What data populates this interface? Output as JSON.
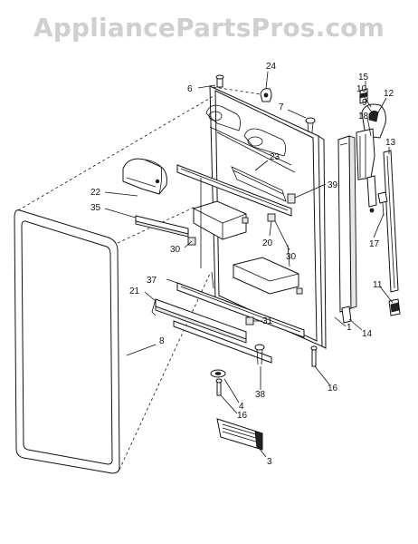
{
  "watermark": "AppliancePartsPros.com",
  "callouts": [
    "24",
    "6",
    "7",
    "15",
    "10",
    "9",
    "18",
    "12",
    "13",
    "23",
    "22",
    "35",
    "39",
    "30",
    "20",
    "30",
    "17",
    "37",
    "21",
    "11",
    "31",
    "1",
    "14",
    "8",
    "16",
    "4",
    "38",
    "16",
    "3"
  ]
}
